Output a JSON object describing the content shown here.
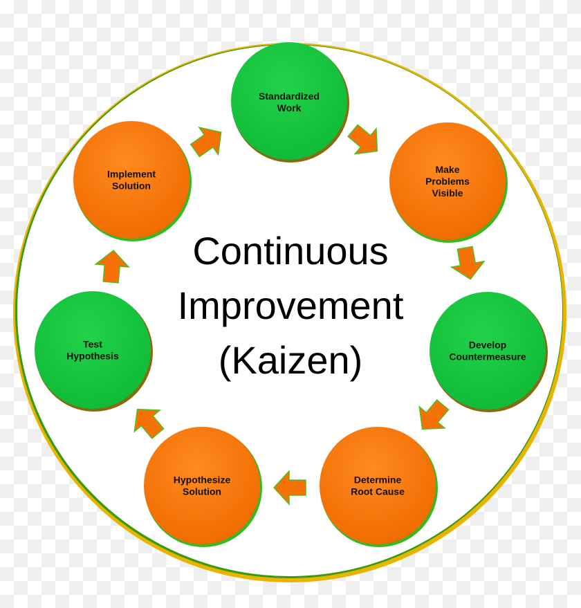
{
  "title": {
    "lines": [
      "Continuous",
      "Improvement",
      "(Kaizen)"
    ]
  },
  "colors": {
    "orange": "#f57208",
    "green": "#12c43c",
    "ring_gold": "#e8b400",
    "ring_green": "#3a9a10"
  },
  "nodes": [
    {
      "label": [
        "Standardized",
        "Work"
      ],
      "color": "green"
    },
    {
      "label": [
        "Make",
        "Problems",
        "Visible"
      ],
      "color": "orange"
    },
    {
      "label": [
        "Develop",
        "Countermeasure"
      ],
      "color": "green"
    },
    {
      "label": [
        "Determine",
        "Root Cause"
      ],
      "color": "orange"
    },
    {
      "label": [
        "Hypothesize",
        "Solution"
      ],
      "color": "orange"
    },
    {
      "label": [
        "Test",
        "Hypothesis"
      ],
      "color": "green"
    },
    {
      "label": [
        "Implement",
        "Solution"
      ],
      "color": "orange"
    }
  ]
}
